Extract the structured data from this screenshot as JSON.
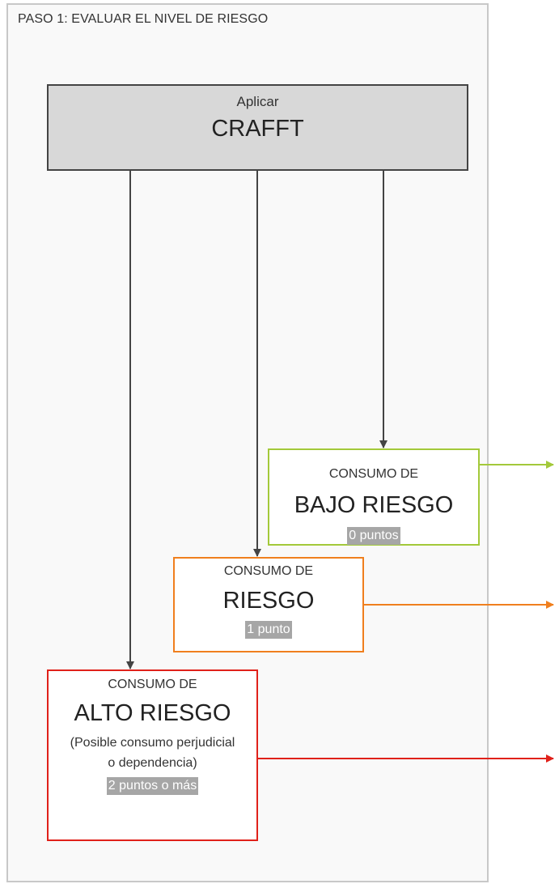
{
  "panel": {
    "title": "PASO 1: EVALUAR EL NIVEL DE RIESGO"
  },
  "top": {
    "small": "Aplicar",
    "big": "CRAFFT"
  },
  "low": {
    "small": "CONSUMO DE",
    "big": "BAJO RIESGO",
    "points": "0 puntos"
  },
  "mid": {
    "small": "CONSUMO DE",
    "big": "RIESGO",
    "points": "1 punto"
  },
  "high": {
    "small": "CONSUMO DE",
    "big": "ALTO RIESGO",
    "desc1": "(Posible consumo perjudicial",
    "desc2": "o dependencia)",
    "points": "2 puntos o más"
  },
  "colors": {
    "low": "#a3c93a",
    "mid": "#f07f1e",
    "high": "#e0211a",
    "arrow": "#444444"
  }
}
